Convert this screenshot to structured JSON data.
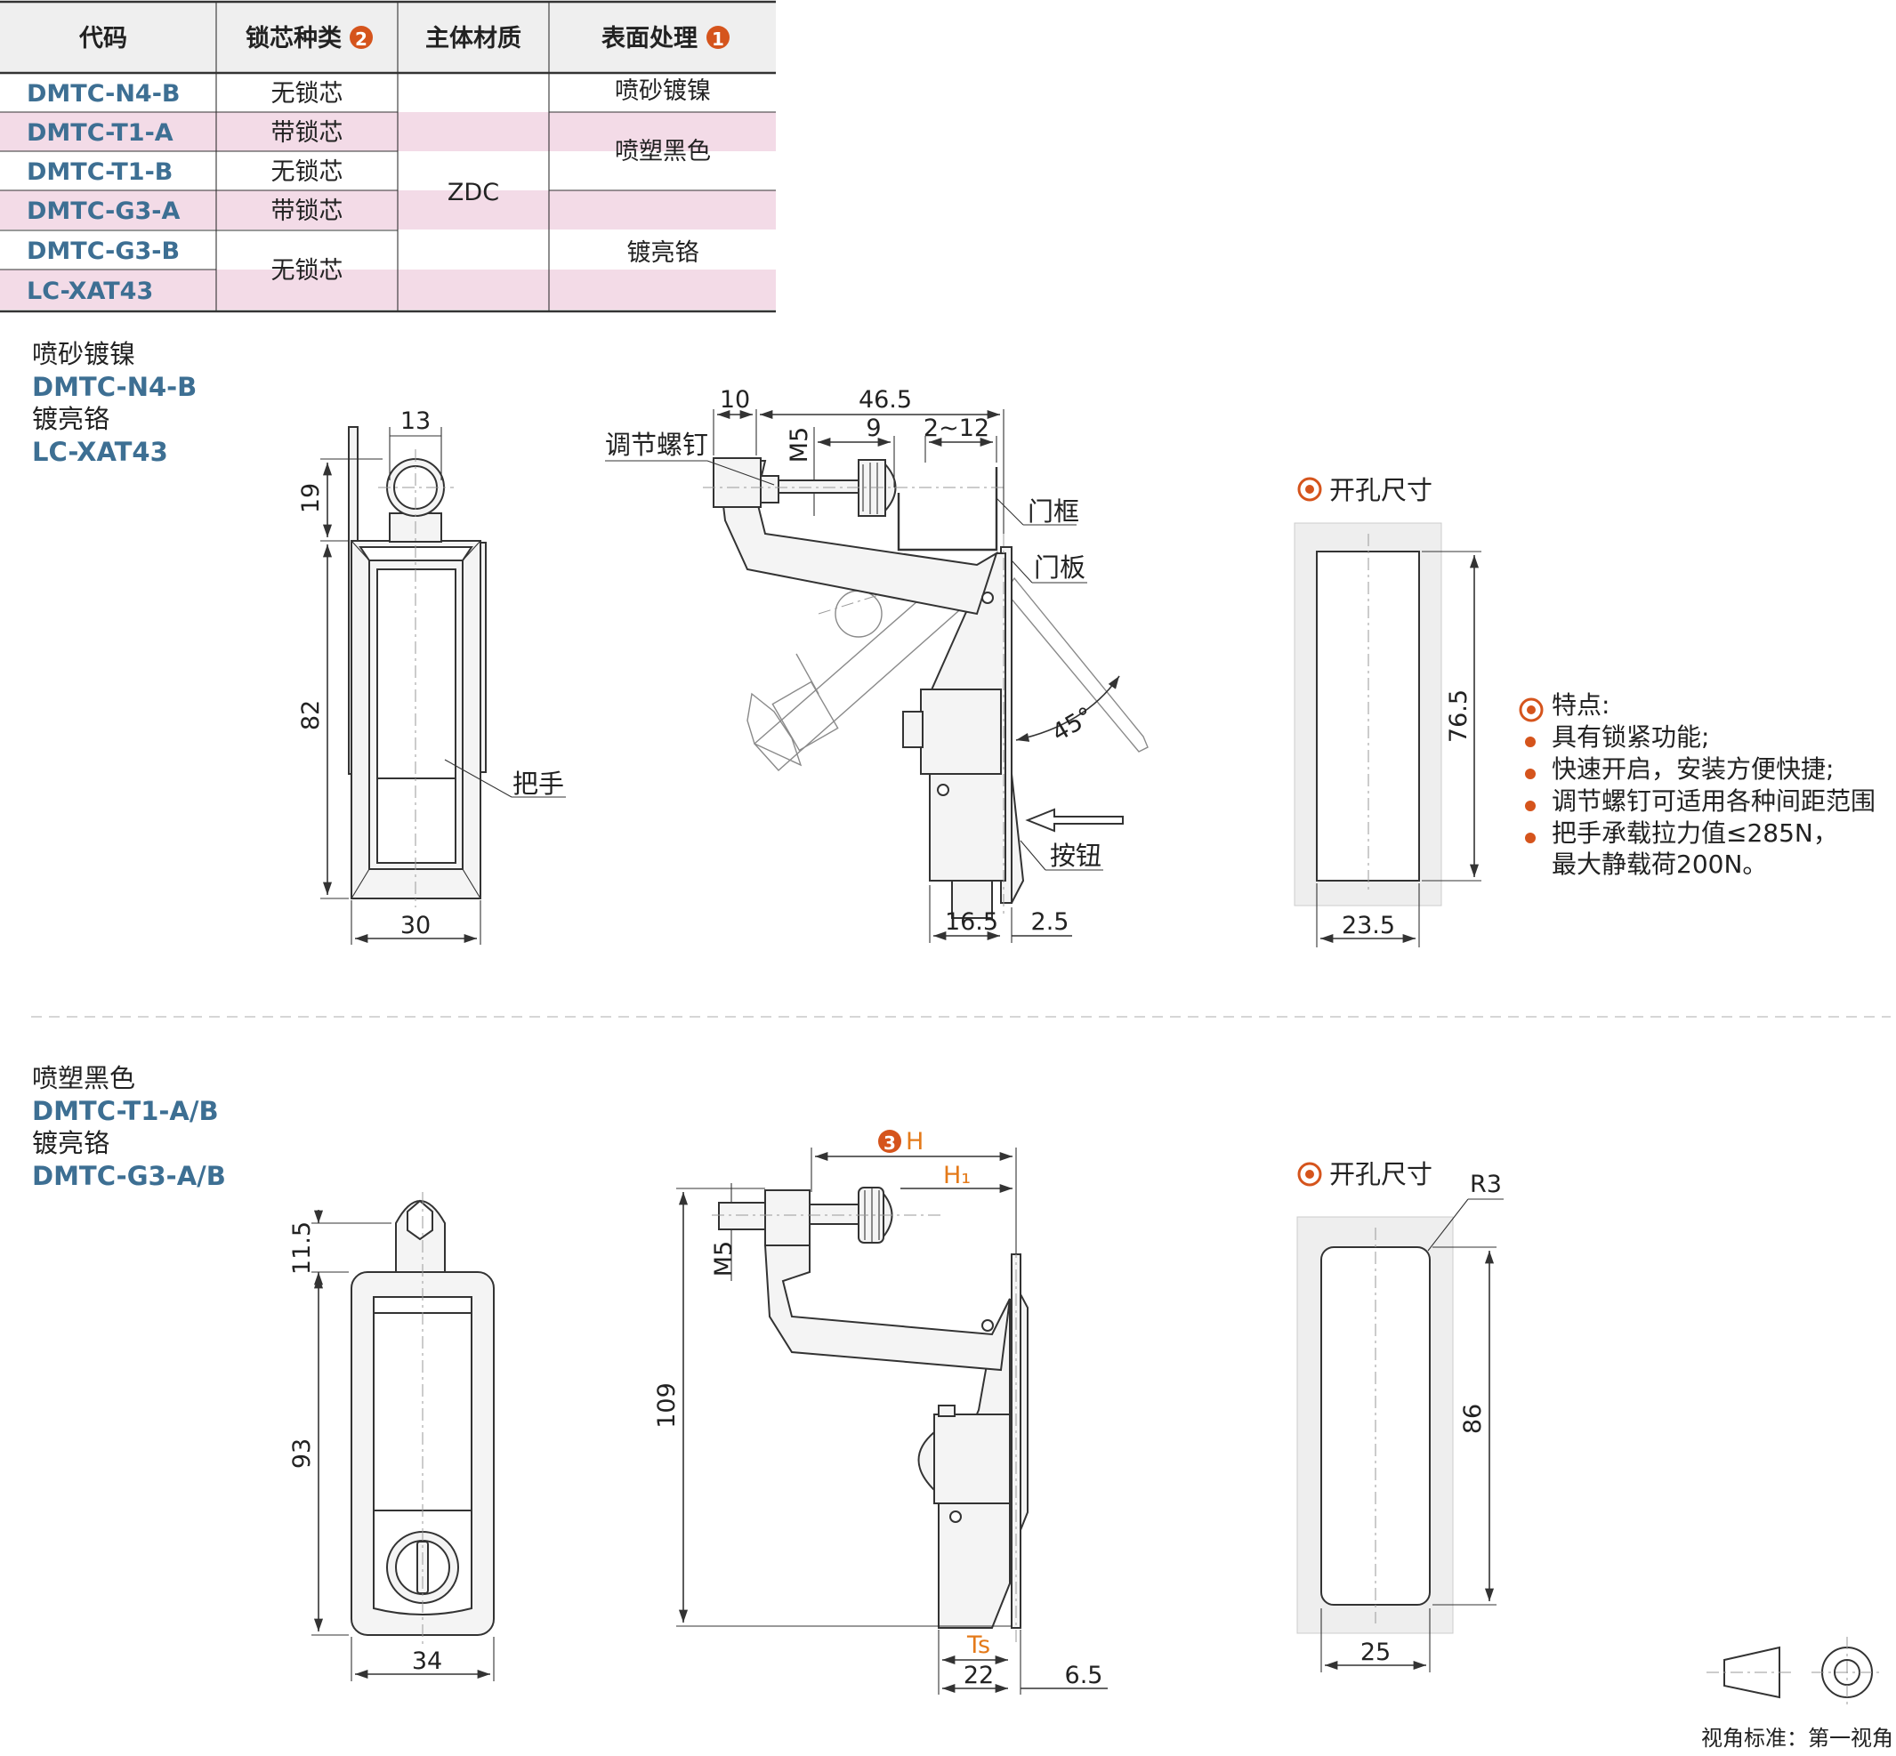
{
  "table": {
    "headers": [
      "代码",
      "锁芯种类",
      "主体材质",
      "表面处理"
    ],
    "header_badges": {
      "lock": "2",
      "surface": "1"
    },
    "rows": [
      {
        "code": "DMTC-N4-B",
        "lock": "无锁芯"
      },
      {
        "code": "DMTC-T1-A",
        "lock": "带锁芯"
      },
      {
        "code": "DMTC-T1-B",
        "lock": "无锁芯"
      },
      {
        "code": "DMTC-G3-A",
        "lock": "带锁芯"
      },
      {
        "code": "DMTC-G3-B",
        "lock": ""
      },
      {
        "code": "LC-XAT43",
        "lock": ""
      }
    ],
    "merged_lock": "无锁芯",
    "material": "ZDC",
    "surfaces": [
      "喷砂镀镍",
      "喷塑黑色",
      "镀亮铬"
    ]
  },
  "section1": {
    "finish1": "喷砂镀镍",
    "code1": "DMTC-N4-B",
    "finish2": "镀亮铬",
    "code2": "LC-XAT43",
    "front_dims": {
      "top_width": "13",
      "top_height": "19",
      "height": "82",
      "width": "30"
    },
    "handle_label": "把手",
    "side_dims": {
      "d10": "10",
      "d46_5": "46.5",
      "m5": "M5",
      "d9": "9",
      "range": "2~12",
      "d16_5": "16.5",
      "d2_5": "2.5",
      "angle": "45°"
    },
    "side_labels": {
      "screw": "调节螺钉",
      "frame": "门框",
      "panel": "门板",
      "button": "按钮"
    },
    "cutout_title": "开孔尺寸",
    "cutout_dims": {
      "height": "76.5",
      "width": "23.5"
    }
  },
  "features": {
    "title": "特点:",
    "items": [
      "具有锁紧功能;",
      "快速开启，安装方便快捷;",
      "调节螺钉可适用各种间距范围",
      "把手承载拉力值≤285N，"
    ],
    "continuation": "最大静载荷200N。"
  },
  "section2": {
    "finish1": "喷塑黑色",
    "code1": "DMTC-T1-A/B",
    "finish2": "镀亮铬",
    "code2": "DMTC-G3-A/B",
    "front_dims": {
      "top_height": "11.5",
      "height": "93",
      "width": "34"
    },
    "side_dims": {
      "badge": "3",
      "h": "H",
      "h1": "H₁",
      "m5": "M5",
      "height": "109",
      "ts": "Ts",
      "d22": "22",
      "d6_5": "6.5"
    },
    "cutout_title": "开孔尺寸",
    "cutout_dims": {
      "radius": "R3",
      "height": "86",
      "width": "25"
    }
  },
  "view_standard": "视角标准：第一视角",
  "colors": {
    "code_blue": "#3d6f93",
    "badge_orange": "#d5541c",
    "row_pink": "#f3dbe7",
    "dim_orange": "#e47a1a"
  }
}
